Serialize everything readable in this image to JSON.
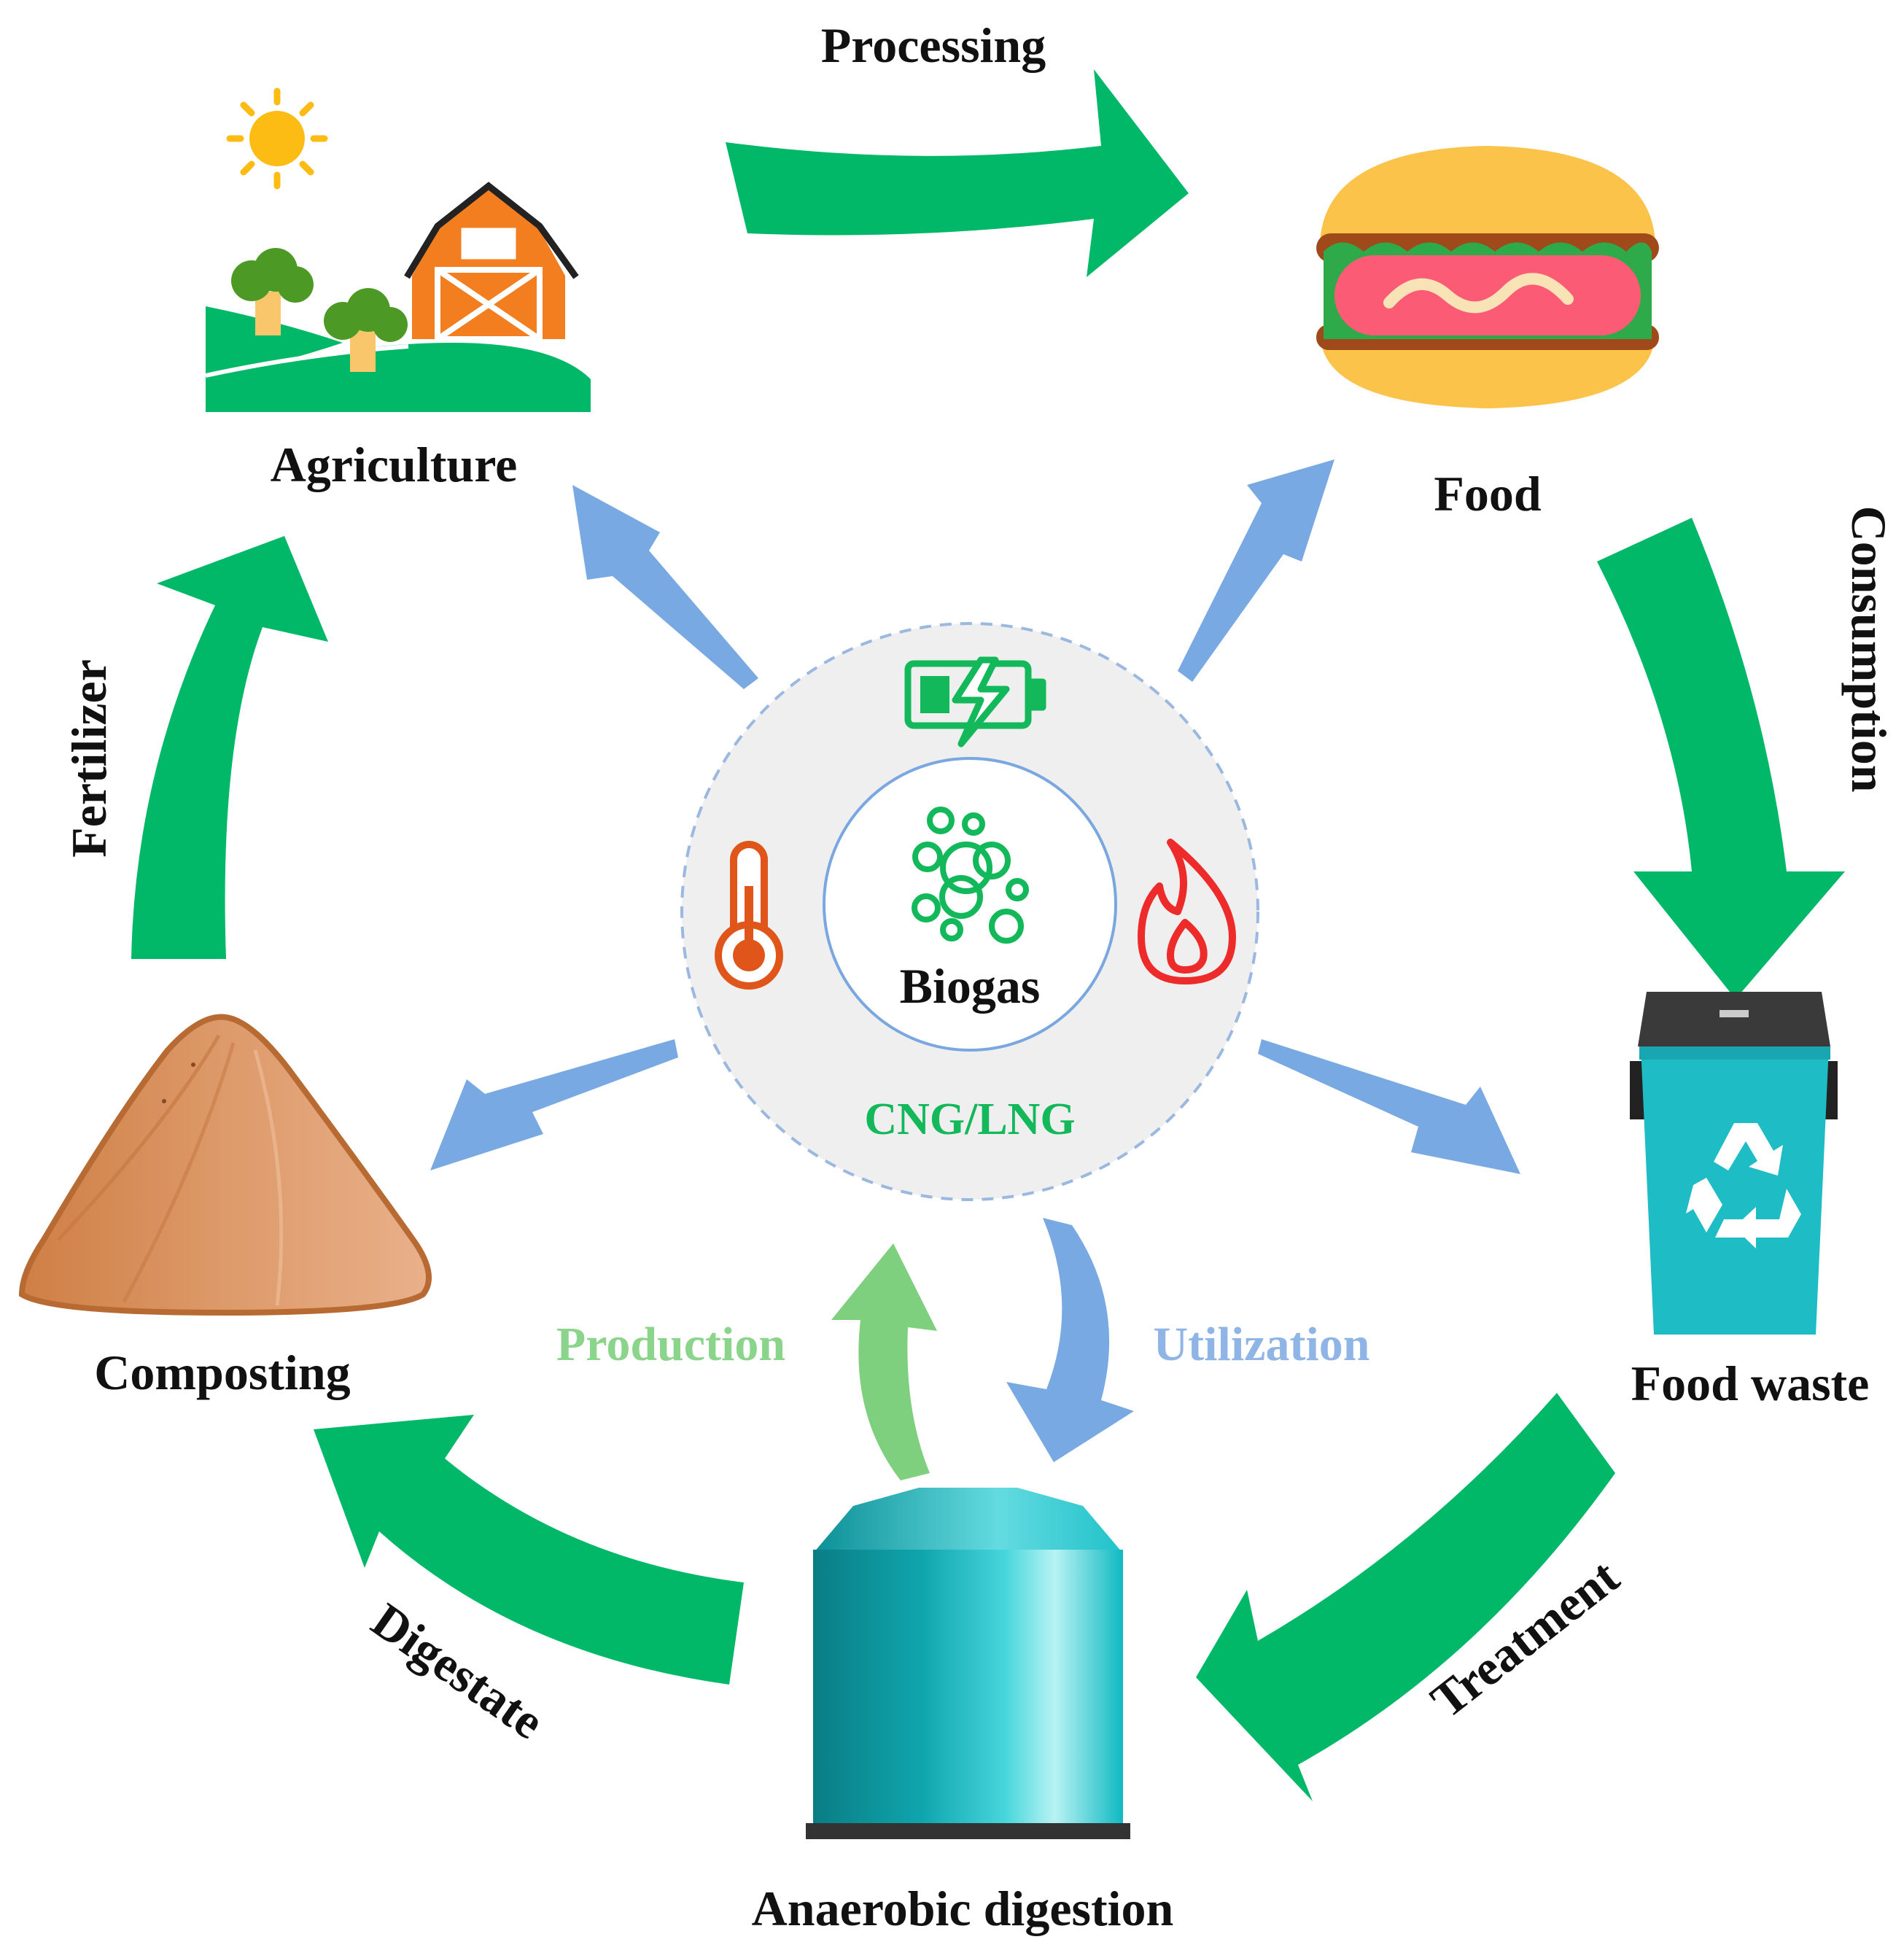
{
  "diagram": {
    "nodes": {
      "agriculture": "Agriculture",
      "food": "Food",
      "food_waste": "Food waste",
      "anaerobic": "Anaerobic digestion",
      "composting": "Composting"
    },
    "cycle_edges": {
      "processing": "Processing",
      "consumption": "Consumption",
      "treatment": "Treatment",
      "digestate": "Digestate",
      "fertilizer": "Fertilizer"
    },
    "center": {
      "biogas": "Biogas",
      "cng_lng": "CNG/LNG",
      "production": "Production",
      "utilization": "Utilization"
    }
  },
  "colors": {
    "cycle_arrow": "#00b868",
    "hub_arrow": "#79a9e2",
    "production_arrow": "#7ecf7e",
    "center_accent": "#12b85a",
    "text": "#111111"
  },
  "icons": {
    "agriculture": "farm-barn-icon",
    "food": "hotdog-icon",
    "food_waste": "recycle-bin-icon",
    "anaerobic": "digester-tank-icon",
    "composting": "compost-pile-icon",
    "center": [
      "battery-icon",
      "thermometer-icon",
      "flame-icon",
      "bubbles-icon"
    ]
  }
}
